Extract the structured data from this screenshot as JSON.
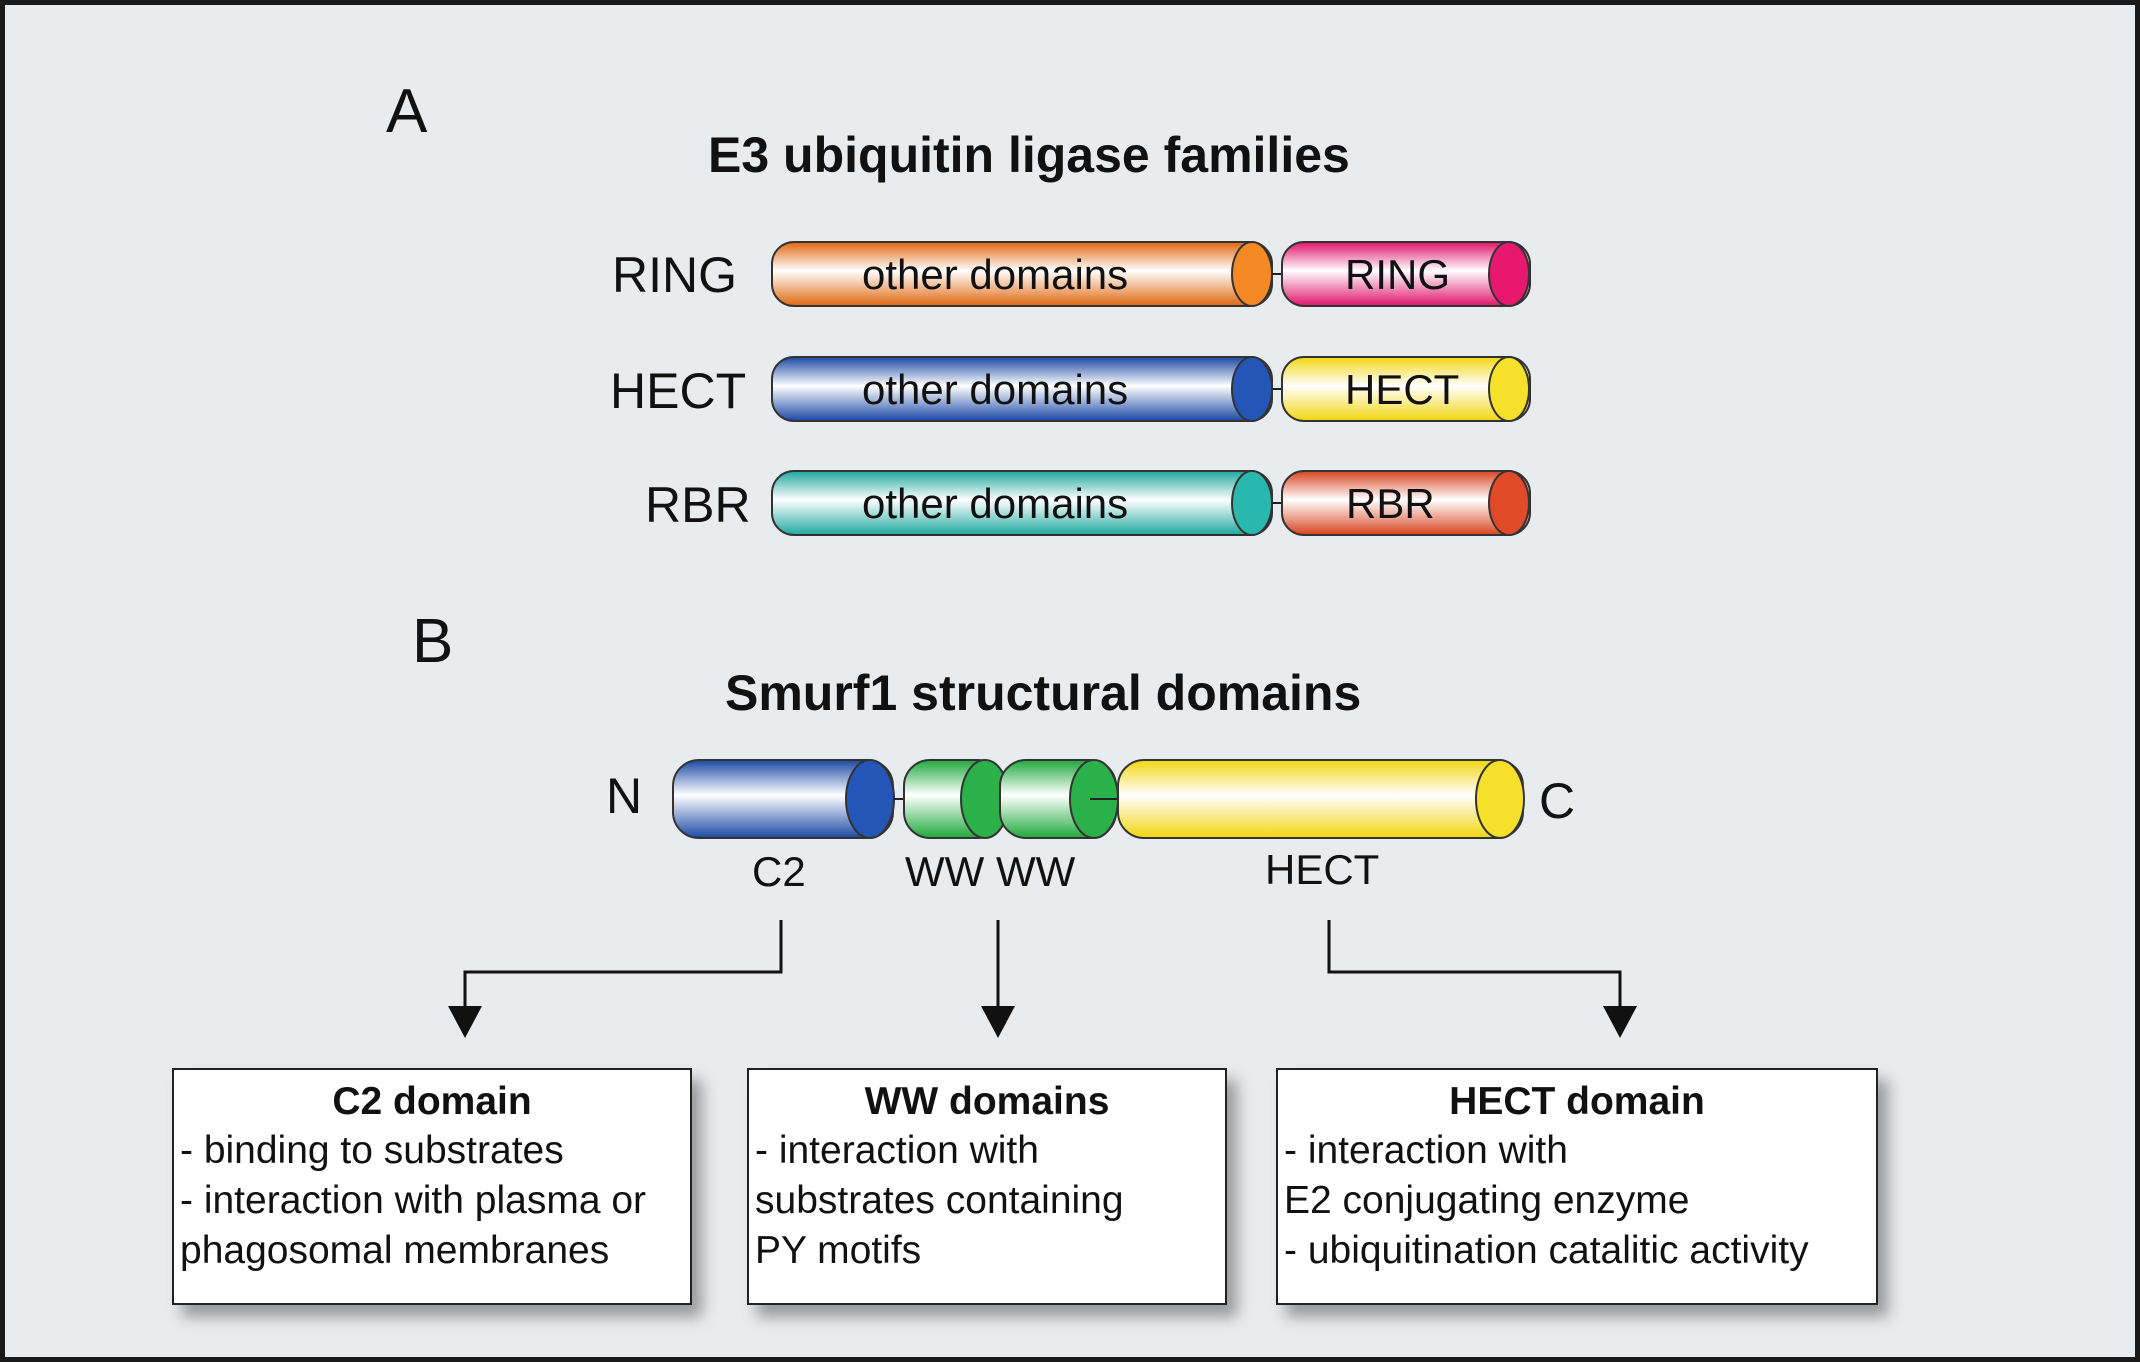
{
  "panel_a": {
    "letter": "A",
    "title": "E3 ubiquitin ligase families",
    "rows": [
      {
        "label": "RING",
        "domain_label": "other domains",
        "end_label": "RING",
        "colors": {
          "body": "#f58a24",
          "end": "#e8186f"
        }
      },
      {
        "label": "HECT",
        "domain_label": "other domains",
        "end_label": "HECT",
        "colors": {
          "body": "#2456b8",
          "end": "#f7e02a"
        }
      },
      {
        "label": "RBR",
        "domain_label": "other domains",
        "end_label": "RBR",
        "colors": {
          "body": "#28b8ae",
          "end": "#e04a28"
        }
      }
    ]
  },
  "panel_b": {
    "letter": "B",
    "title": "Smurf1 structural domains",
    "n_terminus": "N",
    "c_terminus": "C",
    "domains": [
      {
        "label": "C2",
        "color": "#2456b8"
      },
      {
        "label": "WW WW",
        "color": "#2bb14a"
      },
      {
        "label": "HECT",
        "color": "#f7e02a"
      }
    ],
    "boxes": [
      {
        "title": "C2 domain",
        "lines": [
          "- binding to substrates",
          "- interaction with plasma or",
          "phagosomal membranes"
        ]
      },
      {
        "title": "WW domains",
        "lines": [
          "- interaction with",
          "substrates containing",
          "PY motifs"
        ]
      },
      {
        "title": "HECT domain",
        "lines": [
          "- interaction with",
          "E2 conjugating enzyme",
          "- ubiquitination catalitic activity"
        ]
      }
    ]
  }
}
